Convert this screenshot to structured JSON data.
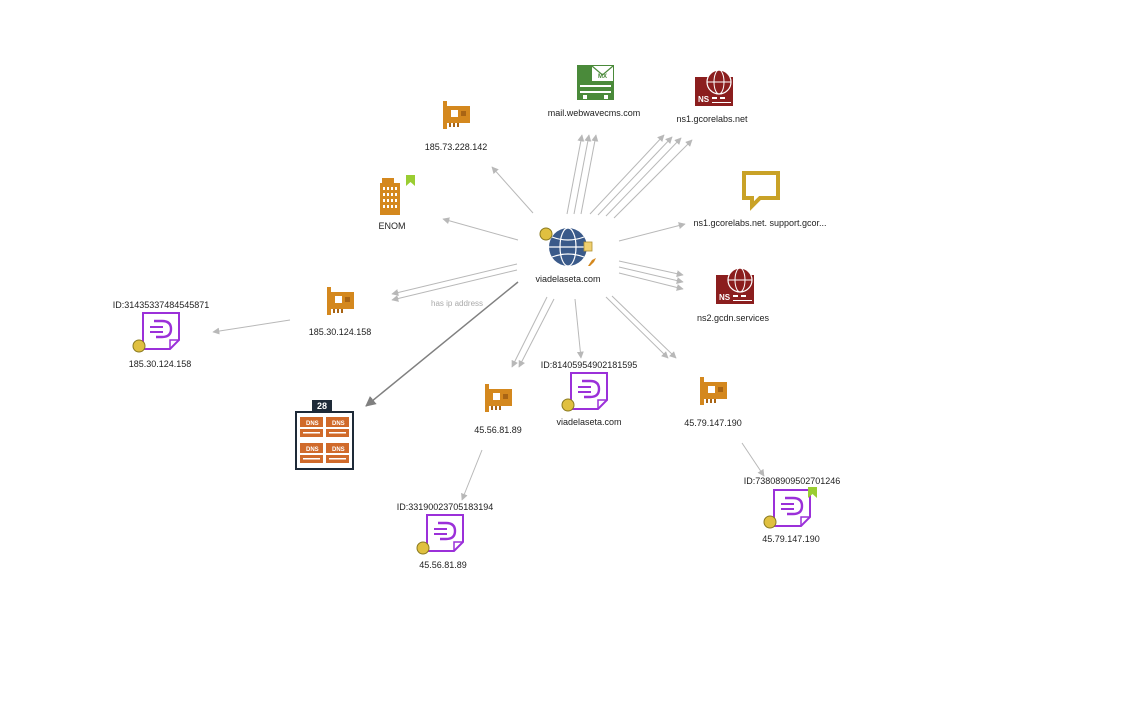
{
  "colors": {
    "edge": "#b8b8b8",
    "edge_dark": "#808080",
    "ip": "#d4881e",
    "ip_dark": "#a86414",
    "mx": "#4a8a3a",
    "ns": "#8b1e1e",
    "doc": "#9b30d9",
    "text_node": "#c9a227",
    "org": "#d4881e",
    "domain": "#3a5a8a",
    "dns_group": "#d06a2a",
    "dot": "#e0c040",
    "flag": "#9acd32"
  },
  "nodes": {
    "center": {
      "label": "viadelaseta.com",
      "icon": "globe-icon"
    },
    "ip_185_73": {
      "label": "185.73.228.142",
      "icon": "network-card-icon"
    },
    "mail": {
      "label": "mail.webwavecms.com",
      "icon": "mx-server-icon"
    },
    "ns1": {
      "label": "ns1.gcorelabs.net",
      "icon": "ns-server-icon"
    },
    "enom": {
      "label": "ENOM",
      "icon": "building-icon"
    },
    "soa": {
      "label": "ns1.gcorelabs.net. support.gcor...",
      "icon": "speech-bubble-icon"
    },
    "ip_185_30": {
      "label": "185.30.124.158",
      "icon": "network-card-icon"
    },
    "doc_185_30": {
      "id": "ID:31435337484545871",
      "label": "185.30.124.158",
      "icon": "document-icon"
    },
    "ns2": {
      "label": "ns2.gcdn.services",
      "icon": "ns-server-icon"
    },
    "dns_group": {
      "count": "28",
      "icon": "dns-group-icon"
    },
    "ip_45_56": {
      "label": "45.56.81.89",
      "icon": "network-card-icon"
    },
    "doc_center": {
      "id": "ID:81405954902181595",
      "label": "viadelaseta.com",
      "icon": "document-icon"
    },
    "ip_45_79": {
      "label": "45.79.147.190",
      "icon": "network-card-icon"
    },
    "doc_45_79": {
      "id": "ID:73808909502701246",
      "label": "45.79.147.190",
      "icon": "document-icon"
    },
    "doc_45_56": {
      "id": "ID:33190023705183194",
      "label": "45.56.81.89",
      "icon": "document-icon"
    }
  },
  "edge_labels": {
    "ip_185_30": "has ip address"
  }
}
